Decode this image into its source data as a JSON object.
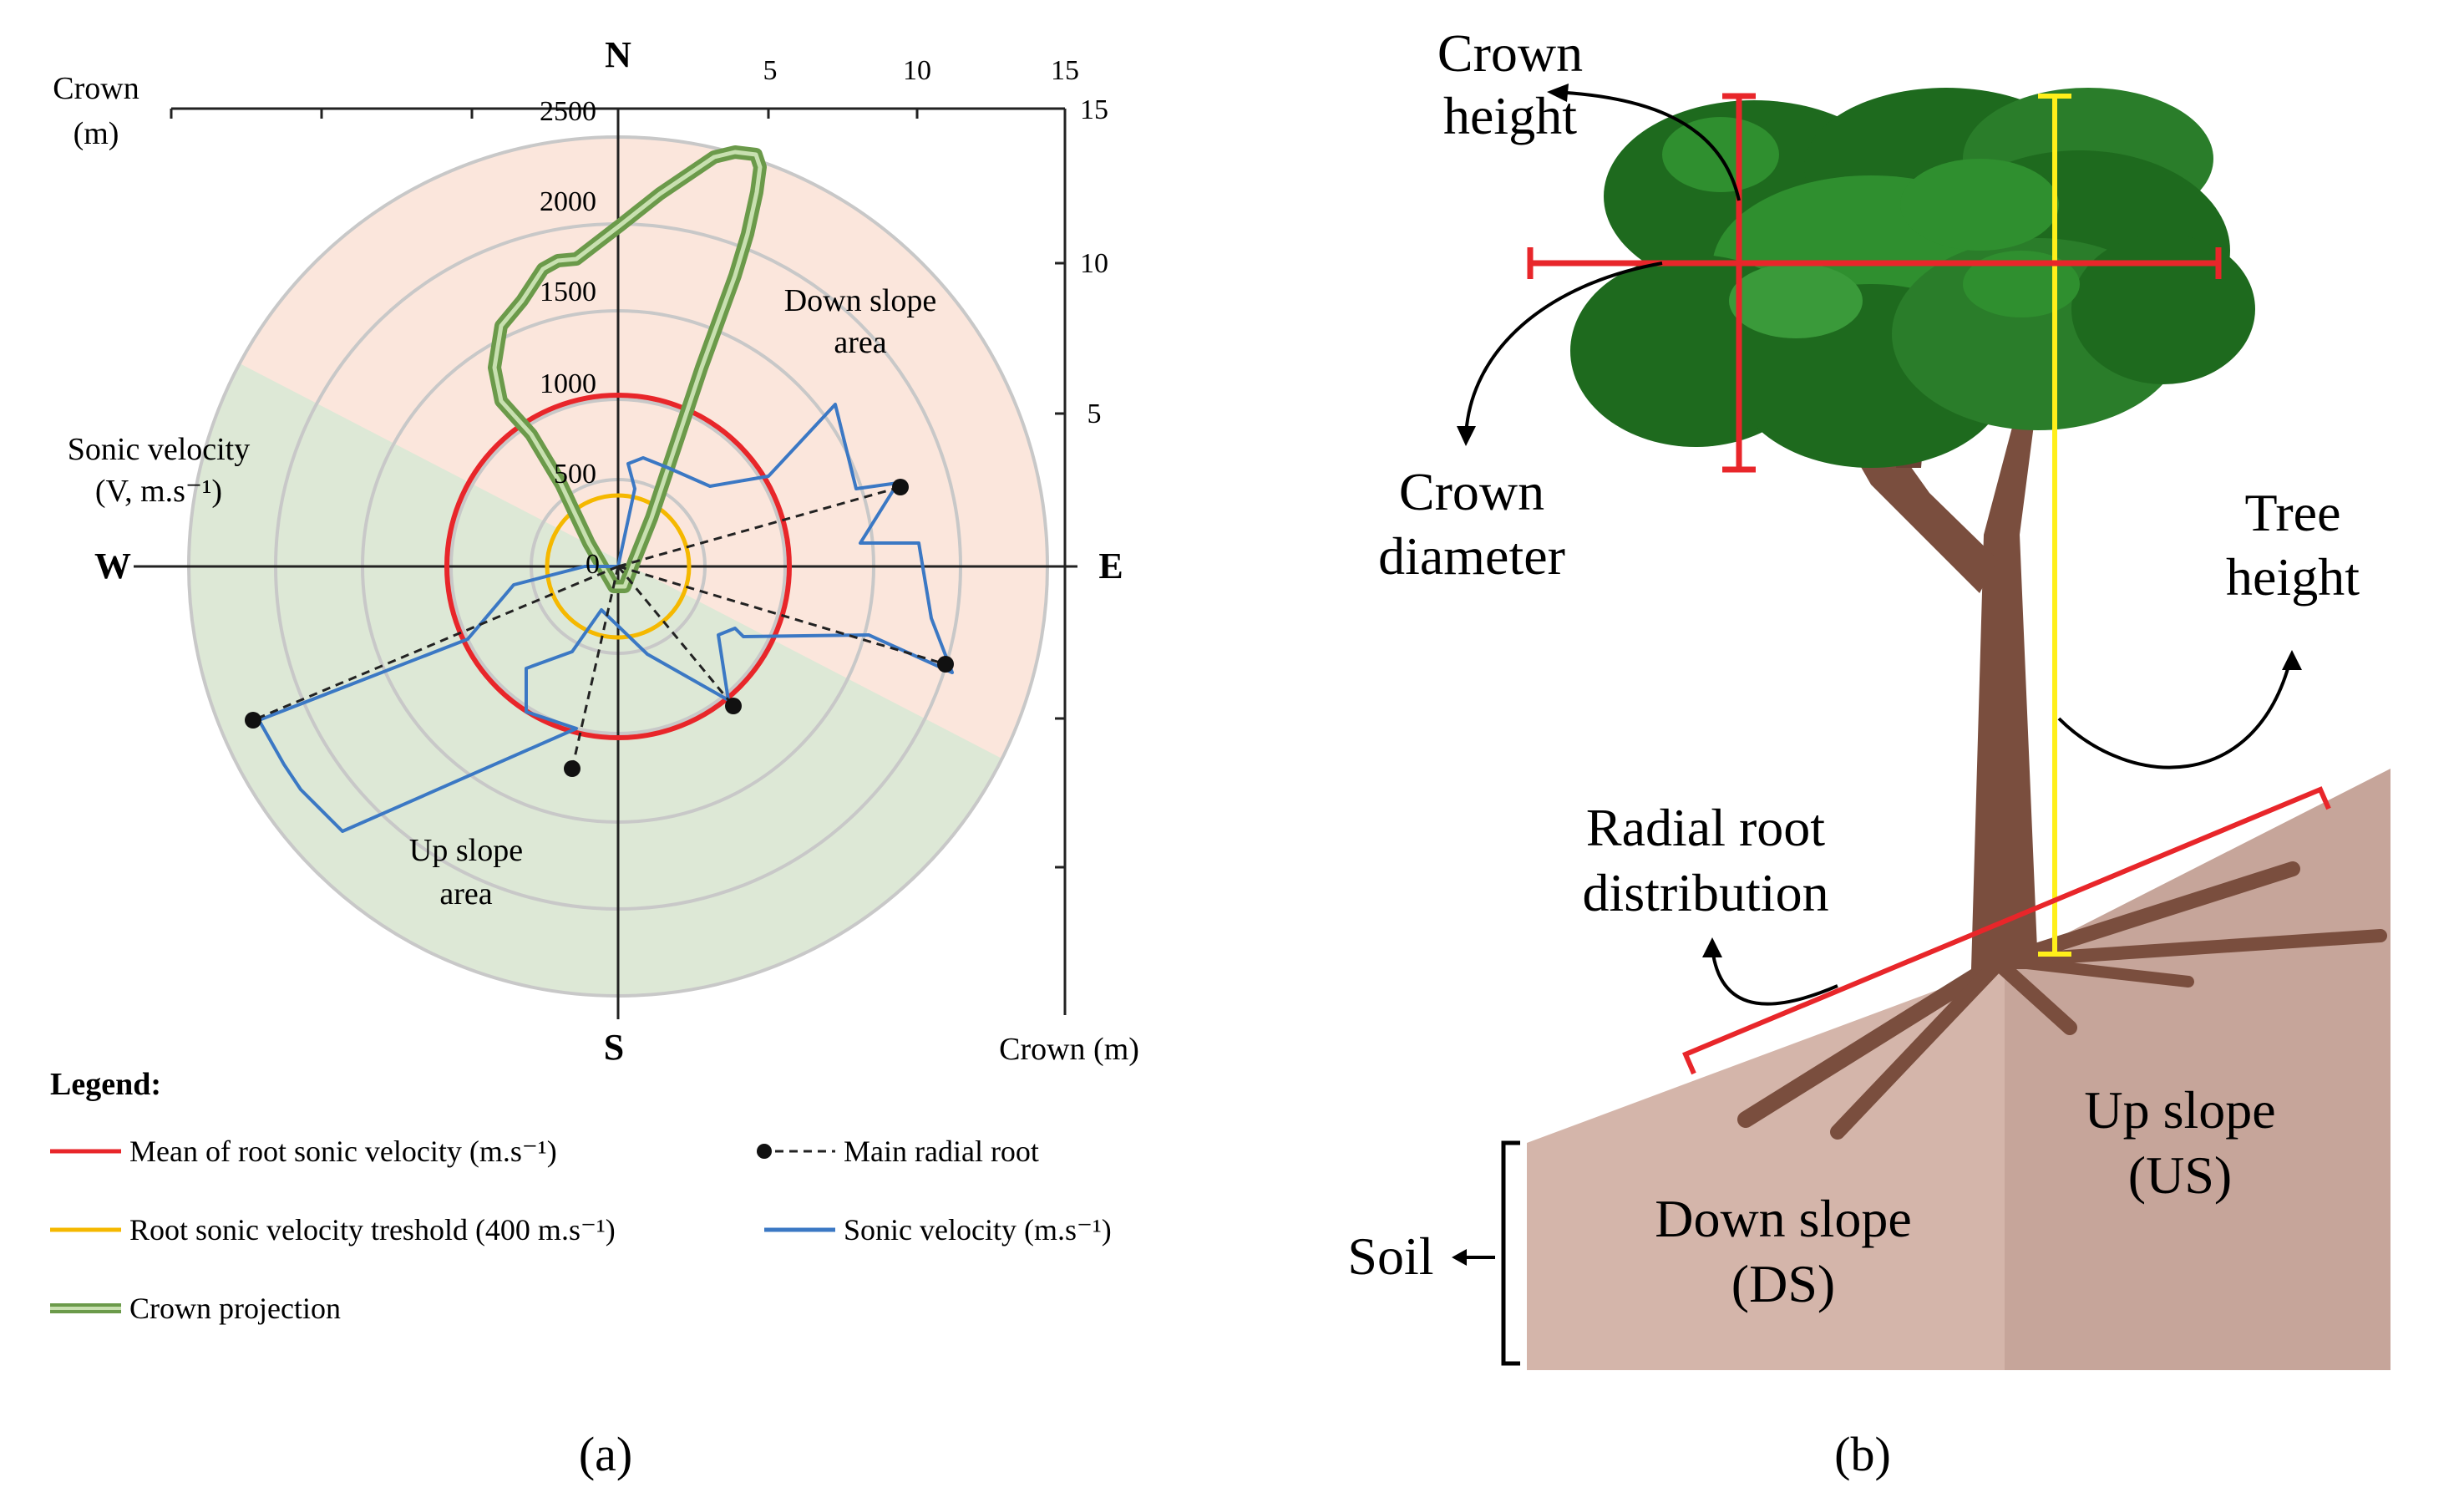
{
  "panel_a": {
    "caption": "(a)",
    "compass": {
      "n": "N",
      "s": "S",
      "w": "W",
      "e": "E"
    },
    "crown_axis_label_top": [
      "Crown",
      "(m)"
    ],
    "crown_axis_label_bottom": "Crown (m)",
    "top_axis_ticks": [
      "5",
      "10",
      "15"
    ],
    "right_axis_ticks": [
      "15",
      "10",
      "5"
    ],
    "velocity_label": [
      "Sonic velocity",
      "(V, m.s⁻¹)"
    ],
    "radial_ticks": [
      "0",
      "500",
      "1000",
      "1500",
      "2000",
      "2500"
    ],
    "down_slope_label": [
      "Down slope",
      "area"
    ],
    "up_slope_label": [
      "Up slope",
      "area"
    ],
    "legend": {
      "title": "Legend:",
      "items": [
        {
          "label": "Mean of root sonic velocity (m.s⁻¹)",
          "color": "#e8262a"
        },
        {
          "label": "Main radial root",
          "color": "#000000"
        },
        {
          "label": "Root sonic velocity treshold (400 m.s⁻¹)",
          "color": "#f5b800"
        },
        {
          "label": "Sonic velocity (m.s⁻¹)",
          "color": "#3b78c4"
        },
        {
          "label": "Crown projection",
          "color": "#6b9a4a"
        }
      ]
    },
    "colors": {
      "down_slope": "#fbe6dc",
      "up_slope": "#dde8d6",
      "ring": "#cccccc"
    }
  },
  "panel_b": {
    "caption": "(b)",
    "crown_height": [
      "Crown",
      "height"
    ],
    "crown_diameter": [
      "Crown",
      "diameter"
    ],
    "tree_height": [
      "Tree",
      "height"
    ],
    "radial_root": [
      "Radial root",
      "distribution"
    ],
    "up_slope": [
      "Up slope",
      "(US)"
    ],
    "down_slope": [
      "Down slope",
      "(DS)"
    ],
    "soil": "Soil",
    "colors": {
      "trunk": "#7a4e3e",
      "foliage_dark": "#1e6a1e",
      "foliage_light": "#2f8f2f",
      "soil_left": "#d4b5aa",
      "soil_right": "#c6a59a",
      "yellow": "#ffef1a",
      "red": "#e8262a"
    }
  }
}
